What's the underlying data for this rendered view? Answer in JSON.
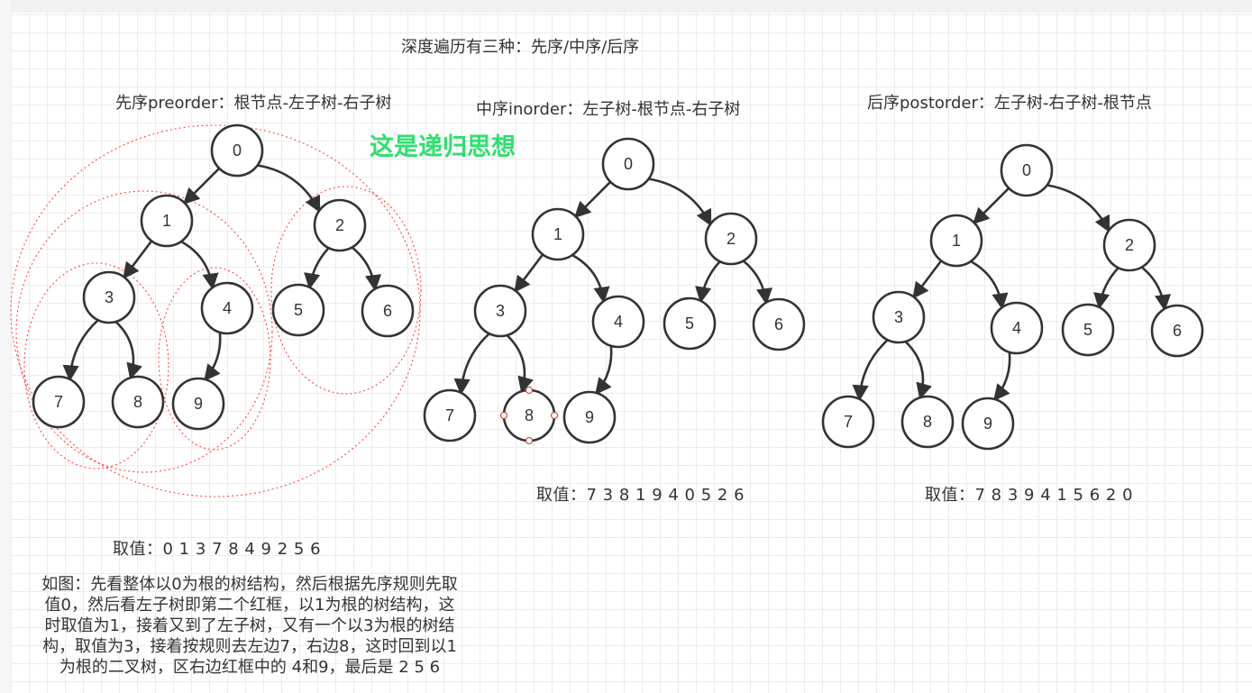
{
  "title": "深度遍历有三种：先序/中序/后序",
  "note": "这是递归思想",
  "trees": [
    {
      "key": "preorder",
      "heading": "先序preorder：根节点-左子树-右子树",
      "sequence": "取值：0 1 3 7 8 4 9 2 5 6",
      "nodes": [
        "0",
        "1",
        "2",
        "3",
        "4",
        "5",
        "6",
        "7",
        "8",
        "9"
      ]
    },
    {
      "key": "inorder",
      "heading": "中序inorder：左子树-根节点-右子树",
      "sequence": "取值：7 3 8 1 9 4 0 5 2 6",
      "nodes": [
        "0",
        "1",
        "2",
        "3",
        "4",
        "5",
        "6",
        "7",
        "8",
        "9"
      ]
    },
    {
      "key": "postorder",
      "heading": "后序postorder：左子树-右子树-根节点",
      "sequence": "取值：7 8 3 9 4 1 5 6 2 0",
      "nodes": [
        "0",
        "1",
        "2",
        "3",
        "4",
        "5",
        "6",
        "7",
        "8",
        "9"
      ]
    }
  ],
  "explanation": "如图：先看整体以0为根的树结构，然后根据先序规则先取\n值0，然后看左子树即第二个红框，以1为根的树结构，这\n时取值为1，接着又到了左子树，又有一个以3为根的树结\n构，取值为3，接着按规则去左边7，右边8，这时回到以1\n为根的二叉树，区右边红框中的 4和9，最后是 2 5 6",
  "colors": {
    "node_stroke": "#333333",
    "highlight": "#ff4444",
    "note": "#2ee06e"
  }
}
